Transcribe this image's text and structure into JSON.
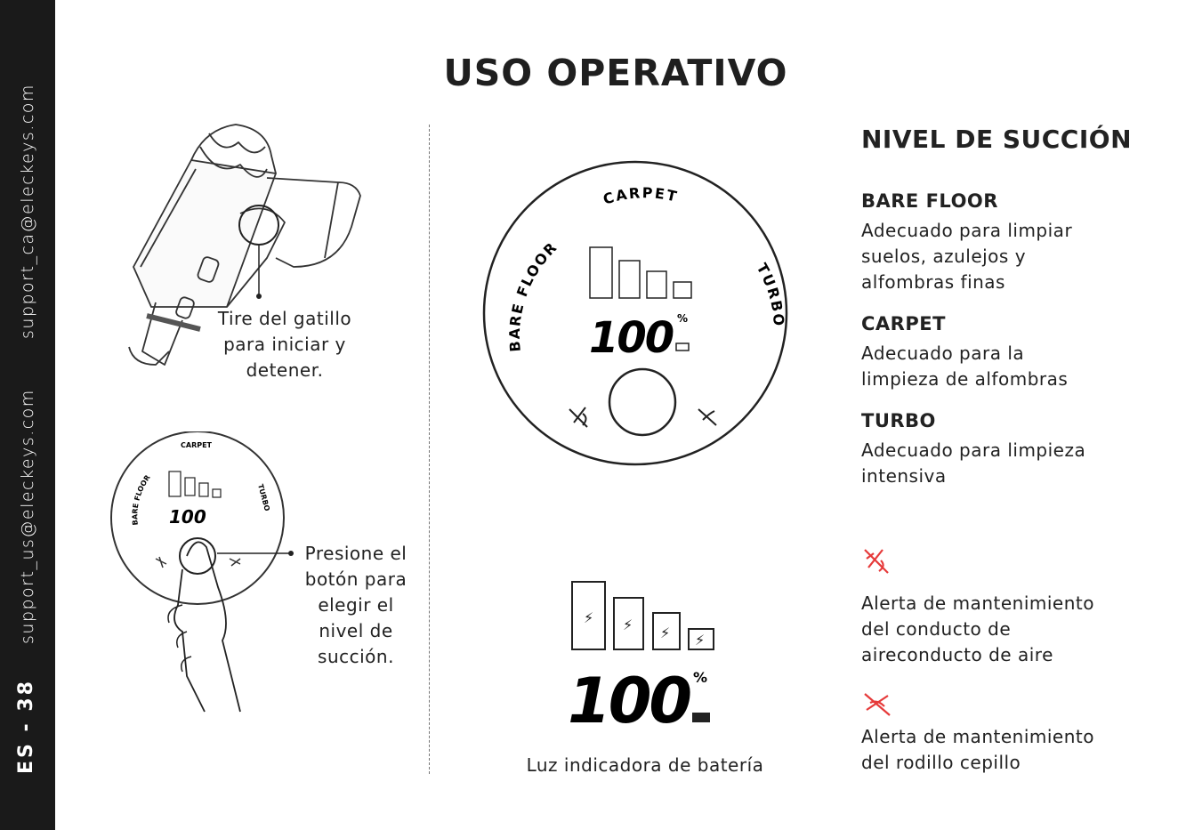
{
  "sidebar": {
    "page_label": "ES - 38",
    "email_us": "support_us@eleckeys.com",
    "email_ca": "support_ca@eleckeys.com"
  },
  "title": "USO OPERATIVO",
  "trigger_caption": [
    "Tire del gatillo",
    "para iniciar y",
    "detener."
  ],
  "button_caption": [
    "Presione el",
    "botón para",
    "elegir el",
    "nivel de",
    "succión."
  ],
  "dial": {
    "left_label": "BARE FLOOR",
    "top_label": "CARPET",
    "right_label": "TURBO",
    "digits": "100",
    "percent": "%"
  },
  "battery_caption": "Luz indicadora de batería",
  "suction": {
    "heading": "NIVEL DE SUCCIÓN",
    "modes": [
      {
        "name": "BARE FLOOR",
        "desc": [
          "Adecuado para limpiar",
          "suelos, azulejos y",
          "alfombras finas"
        ]
      },
      {
        "name": "CARPET",
        "desc": [
          "Adecuado para la",
          "limpieza de alfombras"
        ]
      },
      {
        "name": "TURBO",
        "desc": [
          "Adecuado para limpieza",
          "intensiva"
        ]
      }
    ]
  },
  "alerts": [
    {
      "icon": "air-duct-alert-icon",
      "desc": [
        "Alerta de mantenimiento",
        "del conducto de",
        "aireconducto de aire"
      ]
    },
    {
      "icon": "roller-brush-alert-icon",
      "desc": [
        "Alerta de mantenimiento",
        "del rodillo cepillo"
      ]
    }
  ],
  "colors": {
    "alert": "#e63a3a",
    "sidebar": "#1a1a1a"
  }
}
